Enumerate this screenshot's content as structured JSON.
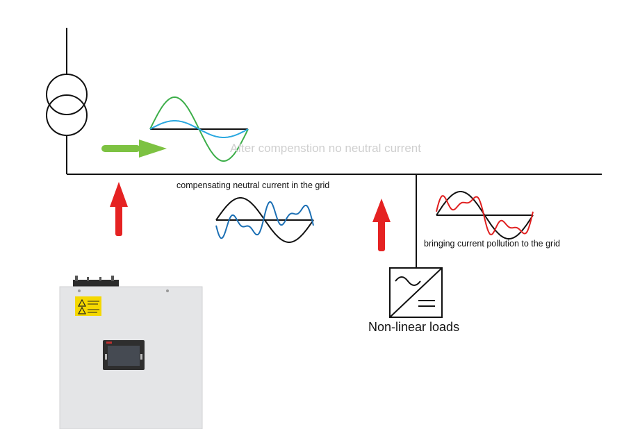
{
  "labels": {
    "after_compensation": "After compenstion no neutral current",
    "compensating": "compensating neutral current in the grid",
    "pollution": "bringing current pollution to the grid",
    "loads": "Non-linear loads"
  },
  "colors": {
    "line": "#111111",
    "clean_wave": "#3cae49",
    "residual_wave": "#2aa8e0",
    "compensating_wave": "#1b6fb4",
    "harmonic_wave": "#e02020",
    "arrow_green": "#7dc242",
    "arrow_red": "#e52222",
    "device_body": "#e4e5e7",
    "warning_label": "#f5d800"
  },
  "icons": {
    "transformer": "transformer-icon",
    "load": "nonlinear-load-icon",
    "device": "active-filter-device"
  }
}
